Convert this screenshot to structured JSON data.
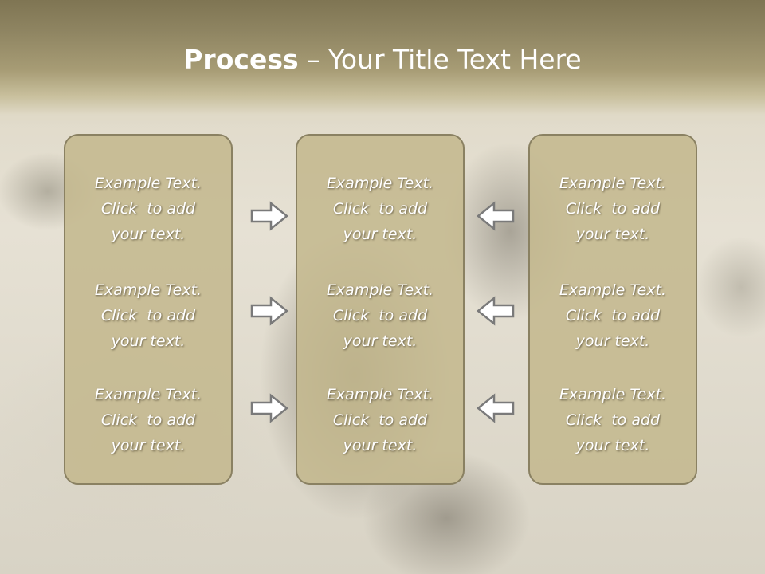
{
  "slide": {
    "title_bold": "Process",
    "title_rest": " – Your Title Text Here",
    "colors": {
      "title_band": "#8f8562",
      "panel_fill": "#c4b88e",
      "panel_border": "#8a8162",
      "text": "#ffffff",
      "arrow_fill": "#ffffff",
      "arrow_stroke": "#7a7a7a"
    }
  },
  "columns": [
    {
      "items": [
        {
          "line1": "Example Text.",
          "line2": "Click  to add",
          "line3": "your text."
        },
        {
          "line1": "Example Text.",
          "line2": "Click  to add",
          "line3": "your text."
        },
        {
          "line1": "Example Text.",
          "line2": "Click  to add",
          "line3": "your text."
        }
      ]
    },
    {
      "items": [
        {
          "line1": "Example Text.",
          "line2": "Click  to add",
          "line3": "your text."
        },
        {
          "line1": "Example Text.",
          "line2": "Click  to add",
          "line3": "your text."
        },
        {
          "line1": "Example Text.",
          "line2": "Click  to add",
          "line3": "your text."
        }
      ]
    },
    {
      "items": [
        {
          "line1": "Example Text.",
          "line2": "Click  to add",
          "line3": "your text."
        },
        {
          "line1": "Example Text.",
          "line2": "Click  to add",
          "line3": "your text."
        },
        {
          "line1": "Example Text.",
          "line2": "Click  to add",
          "line3": "your text."
        }
      ]
    }
  ],
  "arrows": {
    "left_group": {
      "icon": "arrow-right-icon",
      "count": 3
    },
    "right_group": {
      "icon": "arrow-left-icon",
      "count": 3
    }
  }
}
